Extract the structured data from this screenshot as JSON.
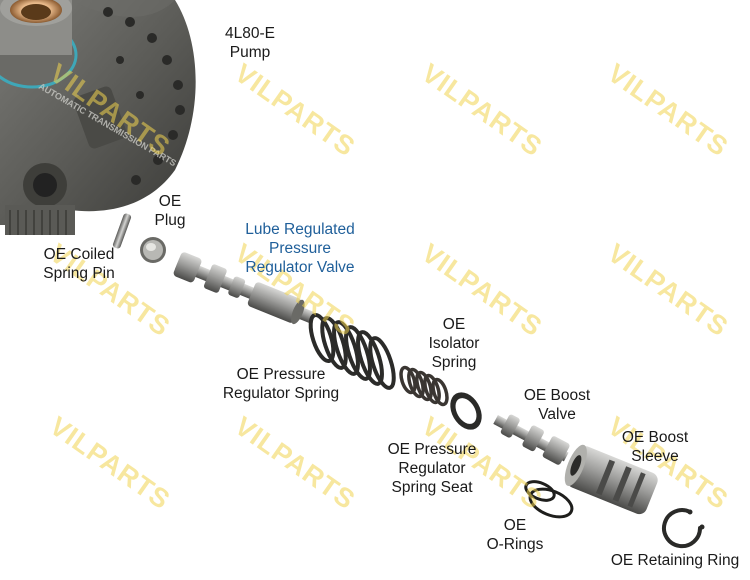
{
  "watermark": "VILPARTS",
  "pump_stamp": "AUTOMATIC TRANSMISSION PARTS",
  "labels": {
    "pump": [
      "4L80-E",
      "Pump"
    ],
    "plug": [
      "OE",
      "Plug"
    ],
    "coiled_pin": [
      "OE Coiled",
      "Spring Pin"
    ],
    "lube_valve": [
      "Lube Regulated",
      "Pressure",
      "Regulator Valve"
    ],
    "pr_spring": [
      "OE Pressure",
      "Regulator Spring"
    ],
    "isolator_spring": [
      "OE",
      "Isolator",
      "Spring"
    ],
    "spring_seat": [
      "OE Pressure",
      "Regulator",
      "Spring Seat"
    ],
    "boost_valve": [
      "OE Boost",
      "Valve"
    ],
    "boost_sleeve": [
      "OE Boost",
      "Sleeve"
    ],
    "o_rings": [
      "OE",
      "O-Rings"
    ],
    "retaining_ring": [
      "OE Retaining Ring"
    ]
  },
  "colors": {
    "label_text": "#1a1a1a",
    "highlight_text": "#1f5f9a",
    "watermark": "#f0d450",
    "metal": "#8a8a88",
    "pump_teal_ring": "#3fa7b8",
    "bushing_bronze": "#b07a4a"
  }
}
